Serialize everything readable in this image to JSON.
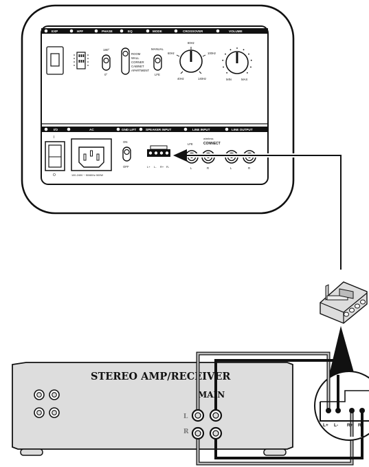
{
  "sub_panel": {
    "sections": {
      "exp": "EXP",
      "hpf": "HPF",
      "phase": "PHASE",
      "eq": "EQ",
      "mode": "MODE",
      "crossover": "CROSSOVER",
      "volume": "VOLUME",
      "io": "I/O",
      "ac": "AC",
      "gnd_lift": "GND LIFT",
      "speaker_input": "SPEAKER INPUT",
      "line_input": "LINE INPUT",
      "line_output": "LINE OUTPUT"
    },
    "phase": {
      "top": "180°",
      "bottom": "0°"
    },
    "eq_options": [
      "ROOM",
      "WALL",
      "CORNER",
      "CABINET",
      "APARTMENT"
    ],
    "mode": {
      "top": "MANUAL",
      "bottom": "LFE"
    },
    "crossover_ticks": [
      "80Hz",
      "60Hz",
      "100Hz",
      "40Hz",
      "140Hz"
    ],
    "volume_ticks": {
      "min": "MIN",
      "max": "MAX"
    },
    "power": {
      "on": "I",
      "off": "O"
    },
    "ac_rating": "100-240V ~ 50/60Hz 500W",
    "gnd_lift": {
      "on": "ON",
      "off": "OFF"
    },
    "speaker_terminals": [
      "L+",
      "L-",
      "R+",
      "R-"
    ],
    "line_input": {
      "lfe": "LFE",
      "connect_small": "wireless",
      "connect": "CONNECT",
      "l": "L",
      "r": "R"
    },
    "line_output": {
      "l": "L",
      "r": "R"
    }
  },
  "amp": {
    "title": "STEREO AMP/RECEIVER",
    "main": "MAIN",
    "l": "L",
    "r": "R"
  },
  "connector_detail": {
    "terminals": [
      "L+",
      "L-",
      "R+",
      "R-"
    ]
  }
}
